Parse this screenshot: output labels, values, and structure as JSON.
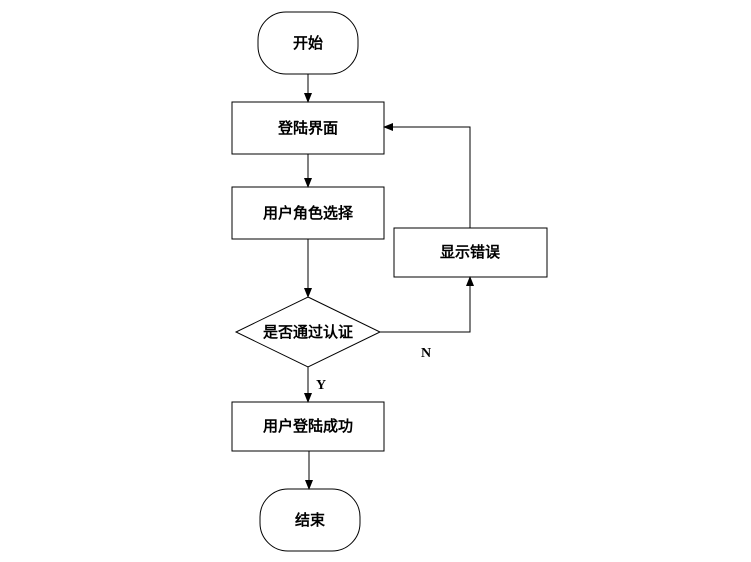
{
  "nodes": {
    "start": "开始",
    "login": "登陆界面",
    "role": "用户角色选择",
    "decision": "是否通过认证",
    "error": "显示错误",
    "success": "用户登陆成功",
    "end": "结束"
  },
  "edge_labels": {
    "no": "N",
    "yes": "Y"
  }
}
